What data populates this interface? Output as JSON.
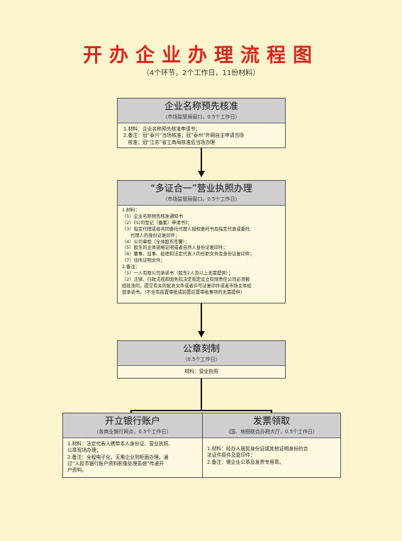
{
  "title": "开办企业办理流程图",
  "subtitle": "（4个环节，2个工作日，11份材料）",
  "step1": {
    "heading": "企业名称预先核准",
    "sub": "（市场监管局窗口，0.5个工作日）",
    "lines": [
      "1.材料：企业名称预先核准申请书；",
      "2.备注：冠“泰兴”当场核准；冠“泰州”外网自主申请当场",
      "   核准；冠“江苏”省工商局核准后当场办理"
    ]
  },
  "step2": {
    "heading": "“多证合一”营业执照办理",
    "sub": "（市场监管局窗口，0.5个工作日）",
    "lines": [
      "1.材料：",
      "（1）企业名称预先核准通知书",
      "（2）《公司登记（备案）申请书》；",
      "（3）指定代理或者共同委托代理人授权委托书及指定代表或委托",
      "      代理人的身份证复印件；",
      "（4）公司章程（全体股东签署）；",
      "（5）股东的主体资格证明或者自然人身份证复印件；",
      "（6）董事、监事、经理和法定代表人的任职文件及身份证复印件；",
      "（7）住所证明文件；",
      "2.备注：",
      "（1）一人有限公司承诺书（股东2人及以上无需提供）；",
      "（2）法律、行政法规和国务院决定规定设立有限责任公司必须报",
      "经批准的，提交有关的批准文件或者许可证复印件或者市场主体经",
      "营承诺书。（不含有前置审批或前置后置审批事项的无需提供）"
    ]
  },
  "step3": {
    "heading": "公章刻制",
    "sub": "（0.5个工作日）",
    "lines": [
      "材料：营业执照"
    ]
  },
  "step4a": {
    "heading": "开立银行账户",
    "sub": "（各商业银行网点，0.5个工作日）",
    "lines": [
      "1.材料：法定代表人携带本人身份证、营业执照、",
      "公章现场办理；",
      "2.备注：全程电子化，无需企业到柜面办理。通",
      "过“人民币银行账户资料影像处理系统”传递开",
      "户资料。"
    ]
  },
  "step4b": {
    "heading": "发票领取",
    "sub": "（国、地税联合办税大厅，0.5个工作日）",
    "lines": [
      "1.材料：经办人居民身份证或其他证明身份的合",
      "法证件原件及复印件；",
      "2.备注：需企业公章及发票专用章。"
    ]
  }
}
